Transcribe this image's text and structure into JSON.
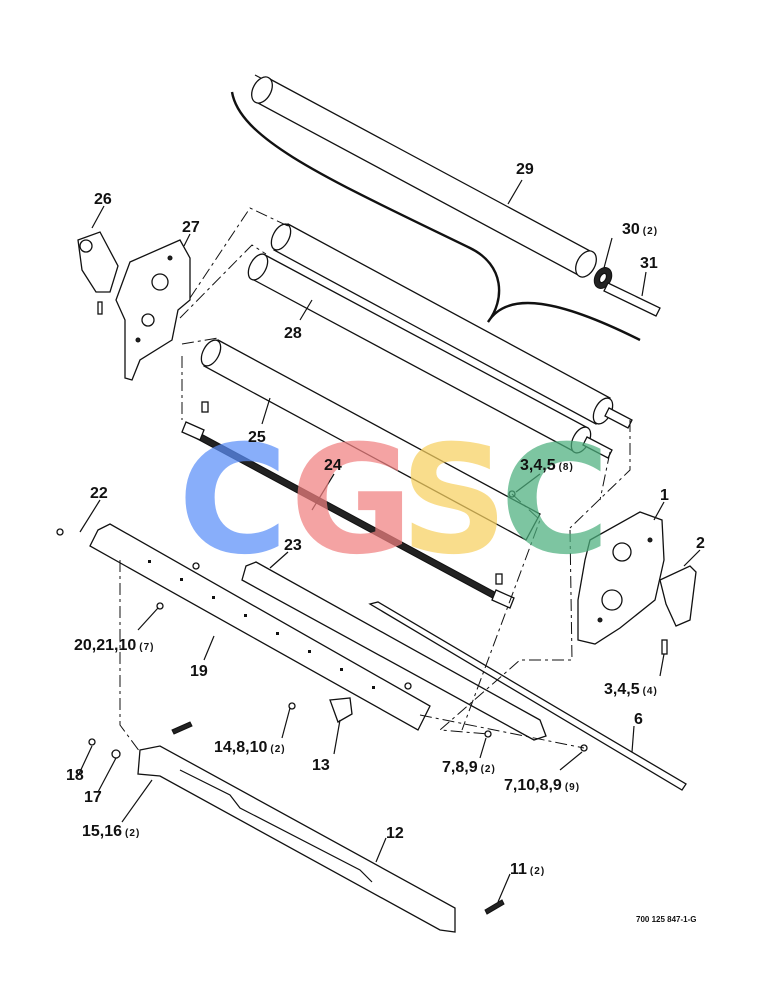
{
  "figure_code": "700 125 847-1-G",
  "watermark": {
    "letters": [
      {
        "char": "C",
        "color": "#5b8ff9"
      },
      {
        "char": "G",
        "color": "#f08080"
      },
      {
        "char": "S",
        "color": "#f7d060"
      },
      {
        "char": "C",
        "color": "#4caf7d"
      }
    ]
  },
  "callouts": [
    {
      "id": "c29",
      "label": "29",
      "qty": ""
    },
    {
      "id": "c30",
      "label": "30",
      "qty": "(2)"
    },
    {
      "id": "c31",
      "label": "31",
      "qty": ""
    },
    {
      "id": "c26",
      "label": "26",
      "qty": ""
    },
    {
      "id": "c27",
      "label": "27",
      "qty": ""
    },
    {
      "id": "c28",
      "label": "28",
      "qty": ""
    },
    {
      "id": "c25",
      "label": "25",
      "qty": ""
    },
    {
      "id": "c24",
      "label": "24",
      "qty": ""
    },
    {
      "id": "c345a",
      "label": "3,4,5",
      "qty": "(8)"
    },
    {
      "id": "c1",
      "label": "1",
      "qty": ""
    },
    {
      "id": "c2",
      "label": "2",
      "qty": ""
    },
    {
      "id": "c22",
      "label": "22",
      "qty": ""
    },
    {
      "id": "c23",
      "label": "23",
      "qty": ""
    },
    {
      "id": "c20",
      "label": "20,21,10",
      "qty": "(7)"
    },
    {
      "id": "c19",
      "label": "19",
      "qty": ""
    },
    {
      "id": "c345b",
      "label": "3,4,5",
      "qty": "(4)"
    },
    {
      "id": "c6",
      "label": "6",
      "qty": ""
    },
    {
      "id": "c14",
      "label": "14,8,10",
      "qty": "(2)"
    },
    {
      "id": "c13",
      "label": "13",
      "qty": ""
    },
    {
      "id": "c789",
      "label": "7,8,9",
      "qty": "(2)"
    },
    {
      "id": "c71089",
      "label": "7,10,8,9",
      "qty": "(9)"
    },
    {
      "id": "c18",
      "label": "18",
      "qty": ""
    },
    {
      "id": "c17",
      "label": "17",
      "qty": ""
    },
    {
      "id": "c15",
      "label": "15,16",
      "qty": "(2)"
    },
    {
      "id": "c12",
      "label": "12",
      "qty": ""
    },
    {
      "id": "c11",
      "label": "11",
      "qty": "(2)"
    }
  ]
}
